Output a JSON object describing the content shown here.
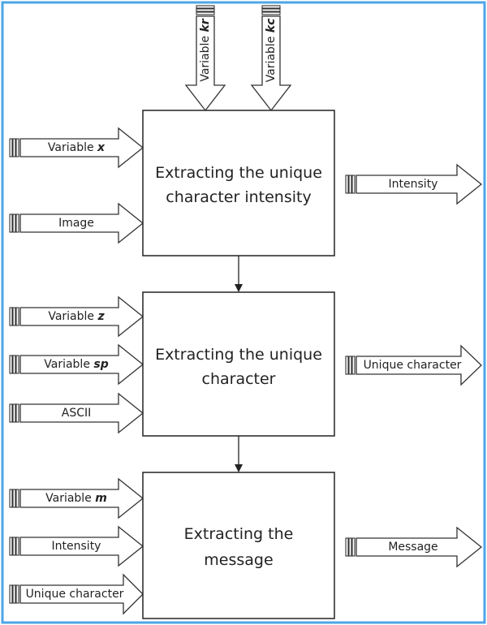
{
  "colors": {
    "frame": "#4da6e6",
    "stroke": "#222222"
  },
  "boxes": [
    {
      "id": "intensity-block",
      "lines": [
        "Extracting the unique",
        "character intensity"
      ]
    },
    {
      "id": "character-block",
      "lines": [
        "Extracting the unique",
        "character"
      ]
    },
    {
      "id": "message-block",
      "lines": [
        "Extracting the",
        "message"
      ]
    }
  ],
  "top_inputs": [
    {
      "prefix": "Variable ",
      "var": "kr"
    },
    {
      "prefix": "Variable ",
      "var": "kc"
    }
  ],
  "left_inputs": [
    [
      {
        "prefix": "Variable ",
        "var": "x"
      },
      {
        "prefix": "Image",
        "var": ""
      }
    ],
    [
      {
        "prefix": "Variable ",
        "var": "z"
      },
      {
        "prefix": "Variable ",
        "var": "sp"
      },
      {
        "prefix": "ASCII",
        "var": ""
      }
    ],
    [
      {
        "prefix": "Variable ",
        "var": "m"
      },
      {
        "prefix": "Intensity",
        "var": ""
      },
      {
        "prefix": "Unique character",
        "var": ""
      }
    ]
  ],
  "outputs": [
    {
      "label": "Intensity"
    },
    {
      "label": "Unique character"
    },
    {
      "label": "Message"
    }
  ]
}
